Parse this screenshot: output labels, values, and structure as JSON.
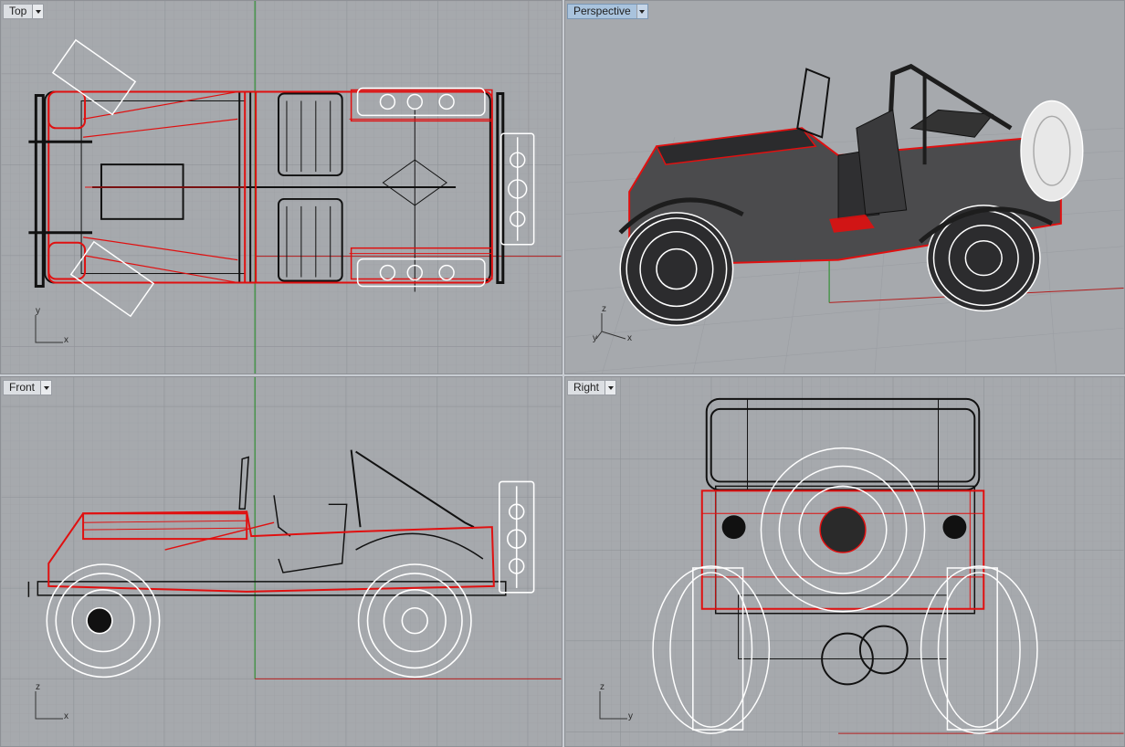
{
  "viewports": {
    "top": {
      "title": "Top",
      "axis_v": "y",
      "axis_h": "x",
      "active": false
    },
    "perspective": {
      "title": "Perspective",
      "axis_v": "z",
      "axis_a": "y",
      "axis_h": "x",
      "active": true
    },
    "front": {
      "title": "Front",
      "axis_v": "z",
      "axis_h": "x",
      "active": false
    },
    "right": {
      "title": "Right",
      "axis_v": "z",
      "axis_h": "y",
      "active": false
    }
  },
  "colors": {
    "viewport_bg": "#a6a9ad",
    "grid_minor": "#9b9ea3",
    "grid_major": "#8c8f94",
    "axis_x": "#b41e1e",
    "axis_y": "#1e8c1e",
    "selection_red": "#e01010",
    "wire_black": "#111111",
    "wire_white": "#ffffff",
    "active_tab": "#a9c3dd"
  },
  "icons": {
    "viewport_menu": "chevron-down-icon"
  }
}
